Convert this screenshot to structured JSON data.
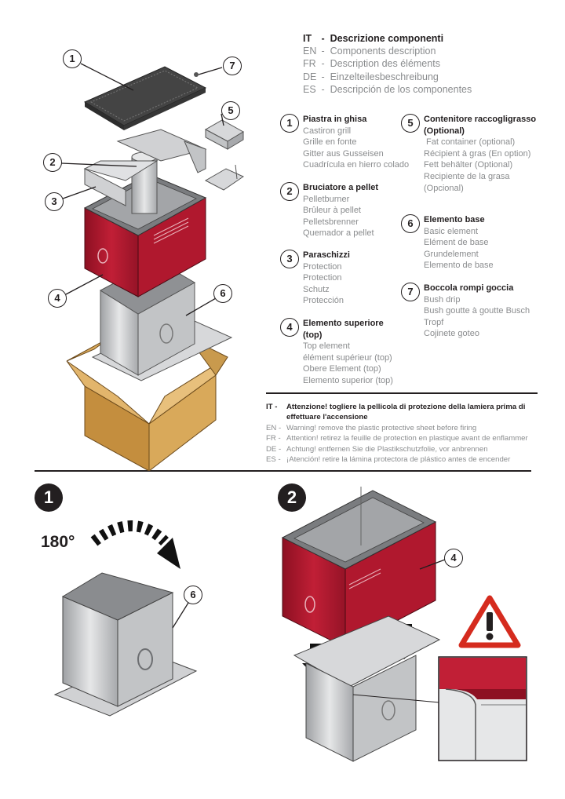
{
  "header": [
    {
      "code": "IT",
      "text": "Descrizione componenti"
    },
    {
      "code": "EN",
      "text": "Components description"
    },
    {
      "code": "FR",
      "text": "Description des éléments"
    },
    {
      "code": "DE",
      "text": "Einzelteilesbeschreibung"
    },
    {
      "code": "ES",
      "text": "Descripción de los componentes"
    }
  ],
  "components": [
    {
      "num": "1",
      "main": "Piastra in ghisa",
      "translations": [
        "Castiron grill",
        "Grille en fonte",
        "Gitter aus Gusseisen",
        "Cuadrícula en hierro colado"
      ]
    },
    {
      "num": "2",
      "main": "Bruciatore a pellet",
      "translations": [
        "Pelletburner",
        "Brûleur à pellet",
        "Pelletsbrenner",
        "Quemador a pellet"
      ]
    },
    {
      "num": "3",
      "main": "Paraschizzi",
      "translations": [
        "Protection",
        "Protection",
        "Schutz",
        "Protección"
      ]
    },
    {
      "num": "4",
      "main": "Elemento superiore",
      "main2": "(top)",
      "translations": [
        "Top element",
        "élément supérieur (top)",
        "Obere Element (top)",
        "Elemento superior (top)"
      ]
    },
    {
      "num": "5",
      "main": "Contenitore raccogligrasso",
      "main2": "(Optional)",
      "translations": [
        " Fat container (optional)",
        "Récipient à gras (En option)",
        "Fett behälter (Optional)",
        "Recipiente de la grasa",
        "(Opcional)"
      ]
    },
    {
      "num": "6",
      "main": "Elemento base",
      "translations": [
        "Basic element",
        "Elément de base",
        "Grundelement",
        "Elemento de base"
      ]
    },
    {
      "num": "7",
      "main": "Boccola rompi goccia",
      "translations": [
        "Bush drip",
        "Bush goutte à goutte Busch",
        "Tropf",
        "Cojinete goteo"
      ]
    }
  ],
  "warning": {
    "lines": [
      {
        "code": "IT",
        "sep": "-",
        "text": "Attenzione! togliere la pellicola di protezione della lamiera prima di",
        "text2": "effettuare l'accensione"
      },
      {
        "code": "EN",
        "sep": "-",
        "text": "Warning! remove the plastic protective sheet before firing"
      },
      {
        "code": "FR",
        "sep": "-",
        "text": "Attention! retirez la feuille de protection en plastique avant de enflammer"
      },
      {
        "code": "DE",
        "sep": "-",
        "text": "Achtung! entfernen Sie die Plastikschutzfolie, vor anbrennen"
      },
      {
        "code": "ES",
        "sep": "-",
        "text": "¡Atención! retire la lámina protectora de plástico antes de encender"
      }
    ]
  },
  "exploded_callouts": [
    "1",
    "7",
    "5",
    "2",
    "3",
    "4",
    "6"
  ],
  "steps": [
    {
      "num": "1",
      "angle": "180°",
      "callout": "6"
    },
    {
      "num": "2",
      "callout": "4"
    }
  ],
  "colors": {
    "red": "#b0182e",
    "steel": "#c9cacc",
    "cardboard": "#d9a95a",
    "warning_red": "#d52b1e"
  }
}
